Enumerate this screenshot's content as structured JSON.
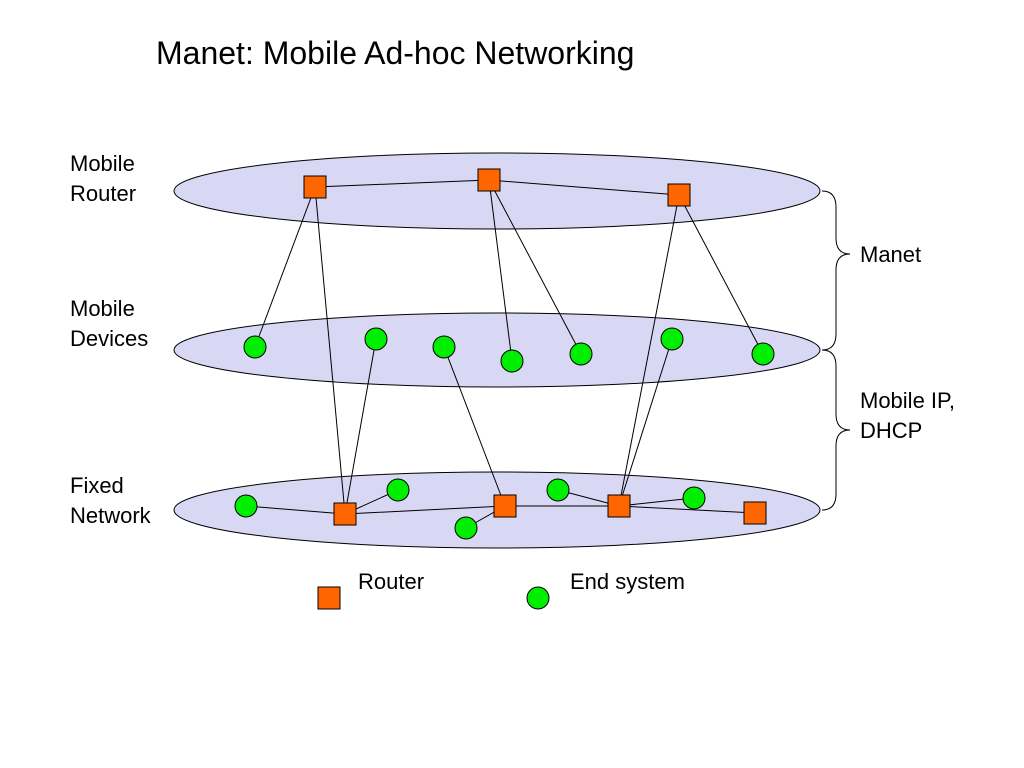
{
  "slide": {
    "title": "Manet: Mobile Ad-hoc Networking"
  },
  "layers": [
    {
      "id": "mobile-router",
      "label_line1": "Mobile",
      "label_line2": "Router"
    },
    {
      "id": "mobile-devices",
      "label_line1": "Mobile",
      "label_line2": "Devices"
    },
    {
      "id": "fixed-network",
      "label_line1": "Fixed",
      "label_line2": "Network"
    }
  ],
  "braces": [
    {
      "id": "manet",
      "label_line1": "Manet",
      "label_line2": ""
    },
    {
      "id": "mobile-ip",
      "label_line1": "Mobile IP,",
      "label_line2": "DHCP"
    }
  ],
  "legend": {
    "router_label": "Router",
    "end_system_label": "End system"
  },
  "node_types": {
    "router": {
      "shape": "square",
      "icon": "router-icon"
    },
    "end_system": {
      "shape": "circle",
      "icon": "end-system-icon"
    }
  },
  "colors": {
    "layer_fill": "#d8d8f4",
    "router": "#ff6600",
    "end_system": "#00ee00",
    "outline": "#000000"
  }
}
